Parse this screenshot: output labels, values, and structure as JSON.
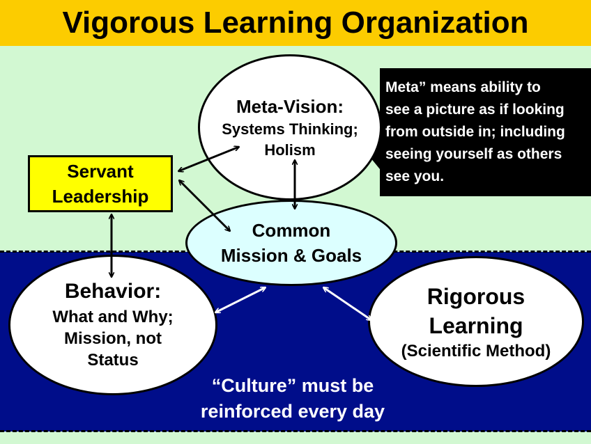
{
  "title": "Vigorous Learning Organization",
  "colors": {
    "title_bar": "#fccc00",
    "upper_background": "#d2f8d2",
    "lower_background": "#000d8a",
    "servant_box": "#ffff00",
    "mission_fill": "#dcffff",
    "callout_fill": "#000000"
  },
  "meta_vision": {
    "line1": "Meta-Vision:",
    "line2": "Systems Thinking;",
    "line3": "Holism"
  },
  "servant_leadership": {
    "line1": "Servant",
    "line2": "Leadership"
  },
  "common_mission": {
    "line1": "Common",
    "line2": "Mission & Goals"
  },
  "behavior": {
    "line1": "Behavior:",
    "line2": "What and Why;",
    "line3": "Mission, not",
    "line4": "Status"
  },
  "rigorous_learning": {
    "line1": "Rigorous",
    "line2": "Learning",
    "line3": "(Scientific Method)"
  },
  "callout": {
    "line1": " Meta” means ability to",
    "line2": "see a picture as if looking",
    "line3": "from outside in; including",
    "line4": "seeing yourself as others",
    "line5": "see you."
  },
  "culture_note": {
    "line1": "“Culture” must be",
    "line2": "reinforced every day"
  }
}
